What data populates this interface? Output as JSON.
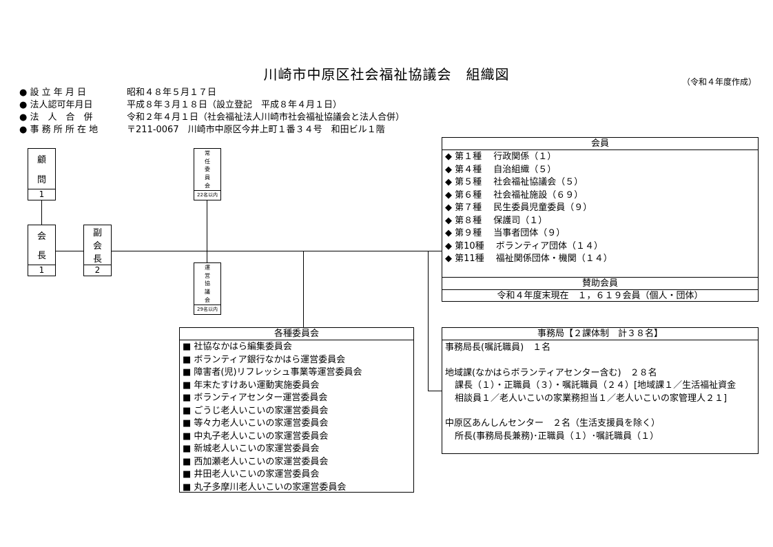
{
  "header": {
    "title": "川崎市中原区社会福祉協議会　組織図",
    "created": "（令和４年度作成）"
  },
  "info": [
    {
      "label": "● 設 立 年 月 日",
      "value": "昭和４８年５月１７日"
    },
    {
      "label": "● 法人認可年月日",
      "value": "平成８年３月１８日（設立登記　平成８年４月１日）"
    },
    {
      "label": "● 法　人　合　併",
      "value": "令和２年４月１日（社会福祉法人川崎市社会福祉協議会と法人合併）"
    },
    {
      "label": "● 事 務 所 所 在 地",
      "value": "〒211-0067　川崎市中原区今井上町１番３４号　和田ビル１階"
    }
  ],
  "advisor": {
    "chars": [
      "顧",
      "問"
    ],
    "count": "1"
  },
  "chairman": {
    "chars": [
      "会",
      "長"
    ],
    "count": "1"
  },
  "vice_chairman": {
    "chars": [
      "副",
      "会",
      "長"
    ],
    "count": "2"
  },
  "standing_committee": {
    "chars": [
      "常",
      "任",
      "委",
      "員",
      "会"
    ],
    "count": "22名以内"
  },
  "operating_council": {
    "chars": [
      "運",
      "営",
      "協",
      "議",
      "会"
    ],
    "count": "29名以内"
  },
  "members": {
    "header": "会員",
    "items": [
      "◆ 第１種　 行政関係（１）",
      "◆ 第４種　 自治組織（５）",
      "◆ 第５種　 社会福祉協議会（５）",
      "◆ 第６種　 社会福祉施設（６９）",
      "◆ 第７種　 民生委員児童委員（９）",
      "◆ 第８種　 保護司（１）",
      "◆ 第９種　 当事者団体（９）",
      "◆ 第10種　 ボランティア団体（１４）",
      "◆ 第11種　 福祉関係団体・機関（１４）"
    ],
    "supporting_header": "賛助会員",
    "supporting_text": "令和４年度末現在　１，６１９会員（個人・団体）"
  },
  "committees": {
    "header": "各種委員会",
    "items": [
      "■ 社協なかはら編集委員会",
      "■ ボランティア銀行なかはら運営委員会",
      "■ 障害者(児)リフレッシュ事業等運営委員会",
      "■ 年末たすけあい運動実施委員会",
      "■ ボランティアセンター運営委員会",
      "■ ごうじ老人いこいの家運営委員会",
      "■ 等々力老人いこいの家運営委員会",
      "■ 中丸子老人いこいの家運営委員会",
      "■ 新城老人いこいの家運営委員会",
      "■ 西加瀬老人いこいの家運営委員会",
      "■ 井田老人いこいの家運営委員会",
      "■ 丸子多摩川老人いこいの家運営委員会"
    ]
  },
  "office": {
    "header": "事務局【２課体制　計３８名】",
    "director": "事務局長(嘱託職員)　１名",
    "regional": "地域課(なかはらボランティアセンター含む)　２８名",
    "regional_detail1": "課長（１）・正職員（３）・嘱託職員（２４）[地域課１／生活福祉資金",
    "regional_detail2": "相談員１／老人いこいの家業務担当１／老人いこいの家管理人２１]",
    "anshin": "中原区あんしんセンター　２名（生活支援員を除く）",
    "anshin_detail": "所長(事務局長兼務)･正職員（１）･嘱託職員（１）"
  }
}
